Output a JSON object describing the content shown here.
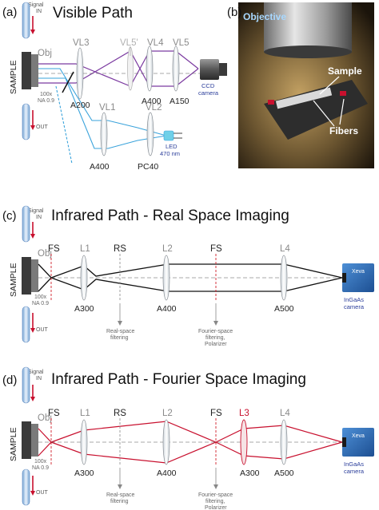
{
  "colors": {
    "visible_path": "#7b3aa0",
    "led_path": "#3aa3db",
    "ir_path": "#111111",
    "fourier_path": "#c8102e",
    "plane_marker": "#d21f2b",
    "camera_blue": "#2b6fb5"
  },
  "common": {
    "signal": "Signal",
    "in": "IN",
    "out": "OUT",
    "sample": "SAMPLE",
    "obj": "Obj",
    "mag": "100x",
    "na": "NA 0.9",
    "fs": "FS",
    "rs": "RS",
    "real_space_filtering": [
      "Real-space",
      "filtering"
    ],
    "fourier_filtering": [
      "Fourier-space",
      "filtering,",
      "Polarizer"
    ]
  },
  "panel_a": {
    "label": "(a)",
    "title": "Visible Path",
    "lenses": [
      "VL3",
      "VL5'",
      "VL4",
      "VL5",
      "VL1",
      "VL2"
    ],
    "lens_types": [
      "A200",
      "A400",
      "A150",
      "A400",
      "PC40"
    ],
    "camera": [
      "CCD",
      "camera"
    ],
    "led": [
      "LED",
      "470 nm"
    ]
  },
  "panel_b": {
    "label": "(b)",
    "objective": "Objective",
    "sample": "Sample",
    "fibers": "Fibers"
  },
  "panel_c": {
    "label": "(c)",
    "title": "Infrared Path - Real Space Imaging",
    "lenses": [
      "L1",
      "L2",
      "L4"
    ],
    "lens_types": [
      "A300",
      "A400",
      "A500"
    ],
    "camera_brand": "Xeva",
    "camera": [
      "InGaAs",
      "camera"
    ]
  },
  "panel_d": {
    "label": "(d)",
    "title": "Infrared Path - Fourier Space Imaging",
    "lenses": [
      "L1",
      "L2",
      "L3",
      "L4"
    ],
    "lens_types": [
      "A300",
      "A400",
      "A300",
      "A500"
    ],
    "camera_brand": "Xeva",
    "camera": [
      "InGaAs",
      "camera"
    ]
  }
}
